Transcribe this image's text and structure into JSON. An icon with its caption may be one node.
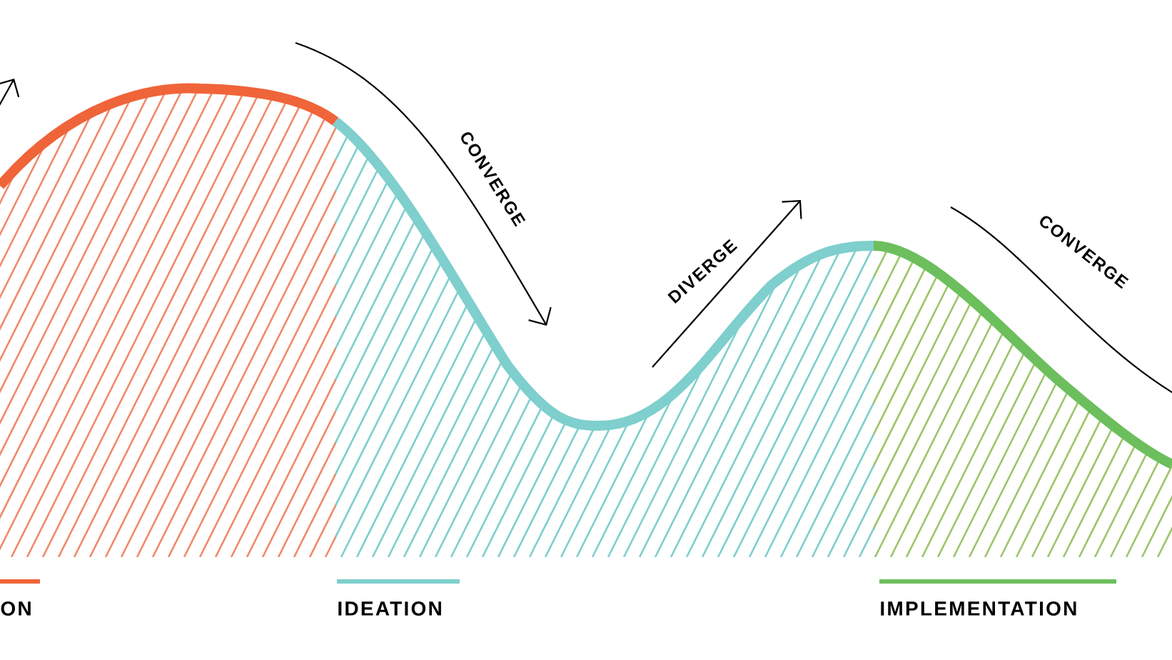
{
  "diagram": {
    "labels": [
      "CONVERGE",
      "DIVERGE",
      "CONVERGE"
    ],
    "legend": [
      {
        "text": "ON",
        "color": "#f0643a"
      },
      {
        "text": "IDEATION",
        "color": "#7ecfcd"
      },
      {
        "text": "IMPLEMENTATION",
        "color": "#6cbf5c"
      }
    ]
  }
}
